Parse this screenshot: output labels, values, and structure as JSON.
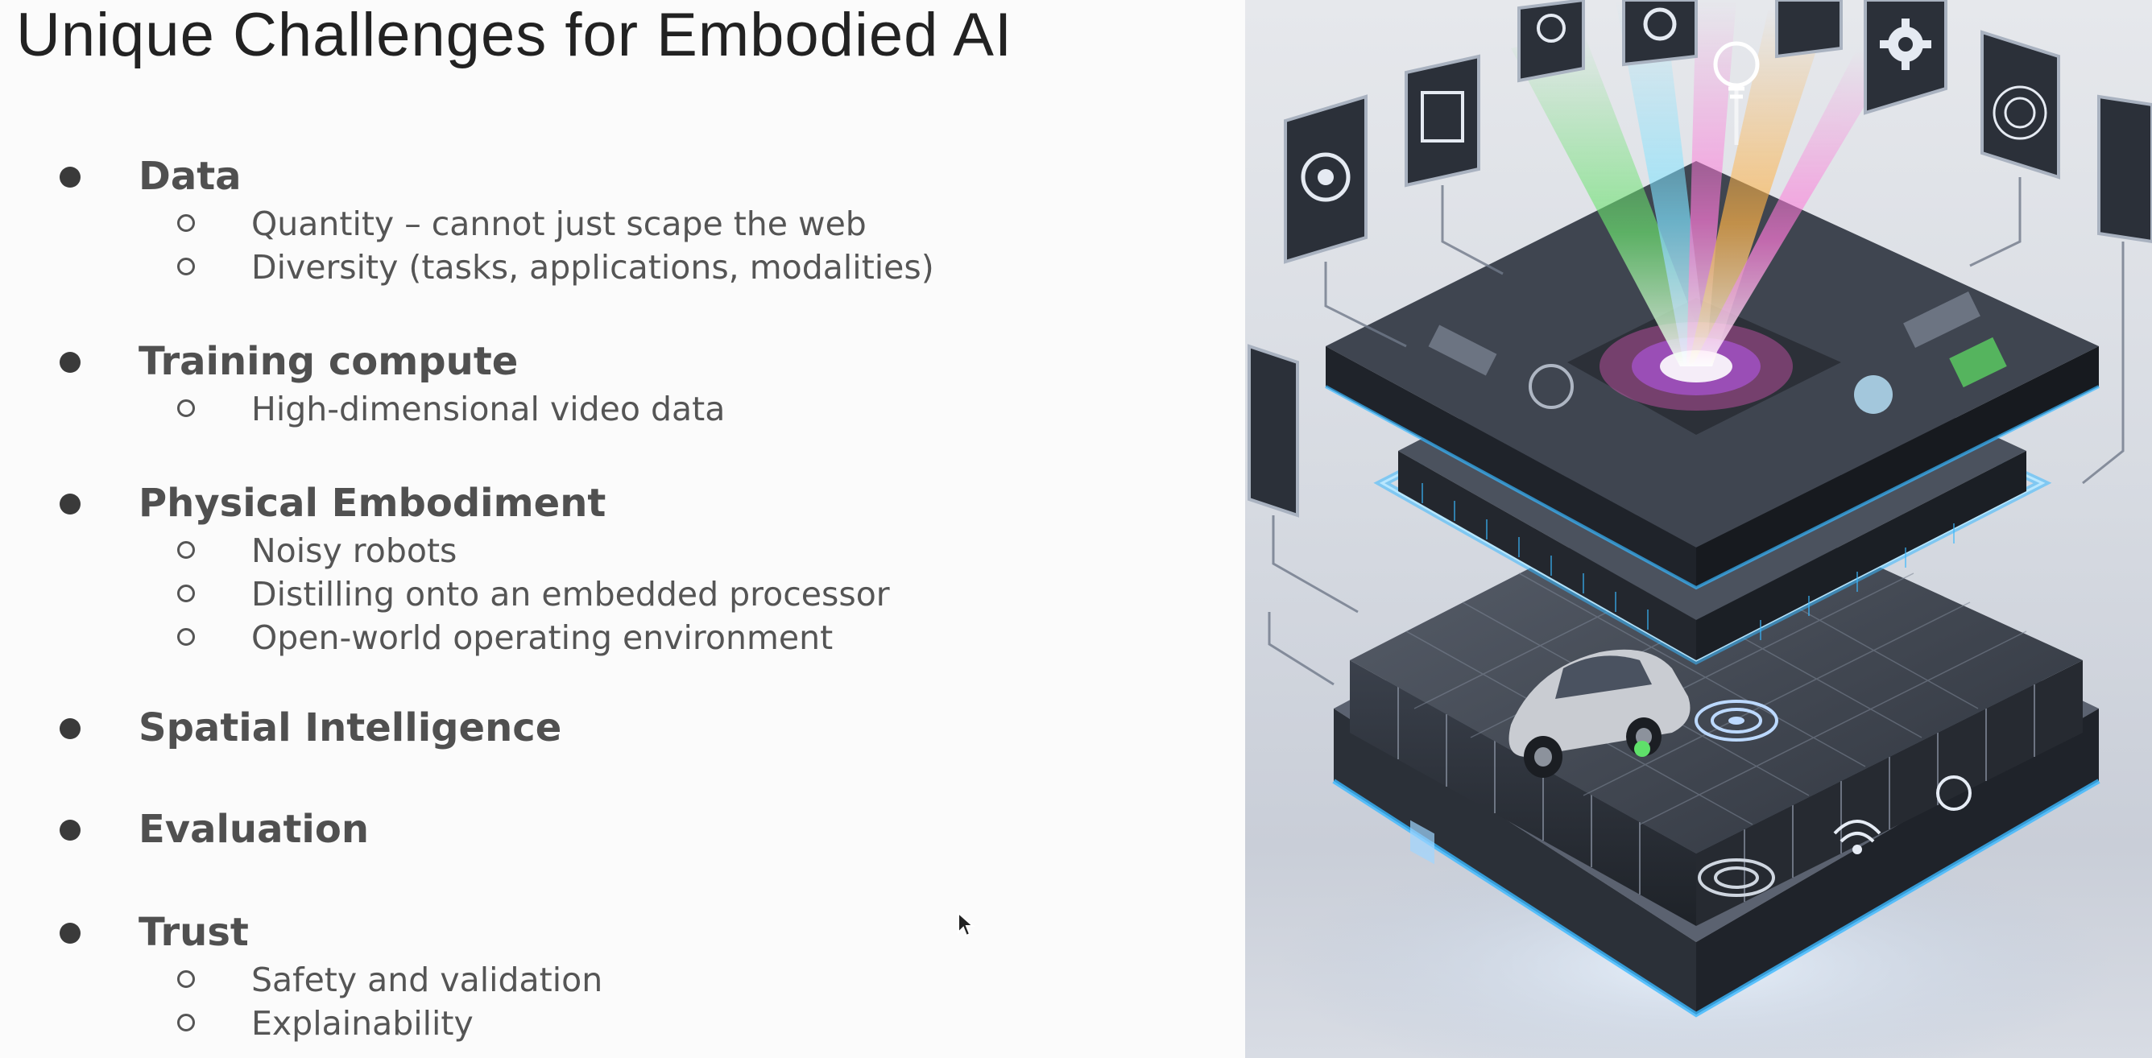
{
  "slide": {
    "title": "Unique Challenges for Embodied AI",
    "bullets": [
      {
        "label": "Data",
        "subs": [
          "Quantity – cannot just scape the web",
          "Diversity (tasks, applications, modalities)"
        ]
      },
      {
        "label": "Training compute",
        "subs": [
          "High-dimensional video data"
        ]
      },
      {
        "label": "Physical Embodiment",
        "subs": [
          "Noisy robots",
          "Distilling onto an embedded processor",
          "Open-world operating environment"
        ]
      },
      {
        "label": "Spatial Intelligence",
        "subs": []
      },
      {
        "label": "Evaluation",
        "subs": []
      },
      {
        "label": "Trust",
        "subs": [
          "Safety and validation",
          "Explainability"
        ]
      }
    ]
  },
  "illustration": {
    "subject": "isometric-ai-chip-stack",
    "icons": [
      "car-icon",
      "gear-icon",
      "lightbulb-icon",
      "wifi-icon",
      "chip-icon"
    ],
    "colors": {
      "glow_blue": "#39b8ff",
      "glow_pink": "#ff5fd0",
      "glow_orange": "#ffb347",
      "glow_green": "#5fe06a",
      "panel_dark": "#2a2f38",
      "panel_mid": "#3d434e"
    }
  },
  "colors": {
    "background": "#fbfbfb",
    "title_text": "#222222",
    "bullet_text": "#505050",
    "sub_text": "#555555"
  }
}
